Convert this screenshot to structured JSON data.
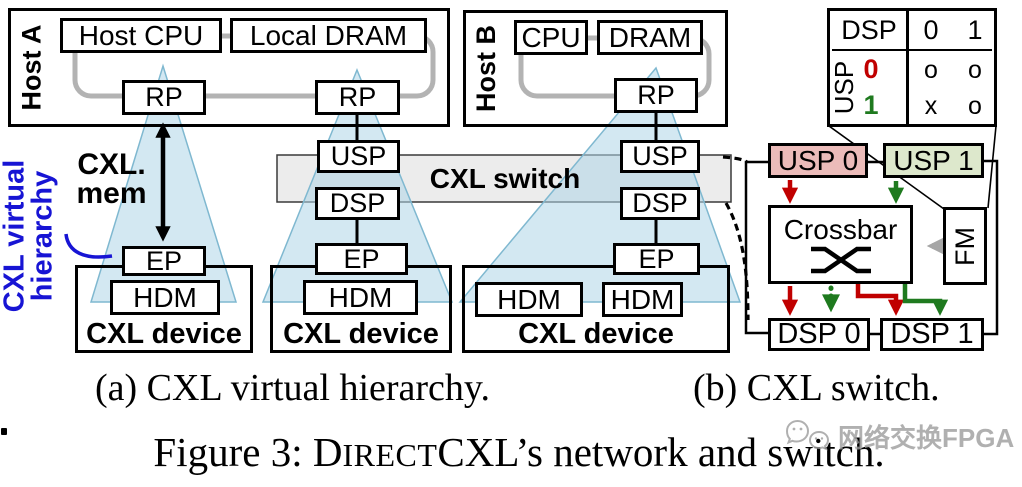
{
  "colors": {
    "usp0_fill": "#EBBBB9",
    "usp1_fill": "#DDE8CC",
    "red_route": "#C00000",
    "green_route": "#1F7A1F",
    "blue_label": "#1714D4",
    "triangle_fill": "#AED6E7",
    "switch_band": "#ECECEC",
    "bus_gray": "#B3B3B3",
    "fm_arrow_gray": "#A6A6A6",
    "watermark_gray": "#9B9B9B"
  },
  "panel_a": {
    "host_a": {
      "label": "Host A",
      "cpu": "Host CPU",
      "dram": "Local DRAM",
      "rp_left": "RP",
      "rp_right": "RP"
    },
    "host_b": {
      "label": "Host B",
      "cpu": "CPU",
      "dram": "DRAM",
      "rp": "RP"
    },
    "switch_label": "CXL switch",
    "ports": {
      "usp_left": "USP",
      "dsp_left": "DSP",
      "usp_right": "USP",
      "dsp_right": "DSP"
    },
    "cxl_mem": {
      "line1": "CXL.",
      "line2": "mem"
    },
    "virtual_hierarchy": {
      "line1": "CXL virtual",
      "line2": "hierarchy"
    },
    "device1": {
      "ep": "EP",
      "hdm": "HDM",
      "label": "CXL device"
    },
    "device2": {
      "ep": "EP",
      "hdm": "HDM",
      "label": "CXL device"
    },
    "device3": {
      "ep": "EP",
      "hdm_left": "HDM",
      "hdm_right": "HDM",
      "label": "CXL device"
    }
  },
  "panel_b": {
    "routing_table": {
      "col_header": "DSP",
      "row_header": "USP",
      "col_labels": [
        "0",
        "1"
      ],
      "row_labels": [
        "0",
        "1"
      ],
      "cells": [
        [
          "o",
          "o"
        ],
        [
          "x",
          "o"
        ]
      ]
    },
    "usp0": "USP 0",
    "usp1": "USP 1",
    "crossbar": "Crossbar",
    "fm": "FM",
    "dsp0": "DSP 0",
    "dsp1": "DSP 1"
  },
  "captions": {
    "a": "(a) CXL virtual hierarchy.",
    "b": "(b) CXL switch.",
    "figure_prefix": "Figure 3: D",
    "figure_smallcaps": "IRECT",
    "figure_rest": "CXL’s network and switch."
  },
  "watermark": {
    "text": "网络交换FPGA",
    "icon": "wechat-bubbles-icon"
  }
}
